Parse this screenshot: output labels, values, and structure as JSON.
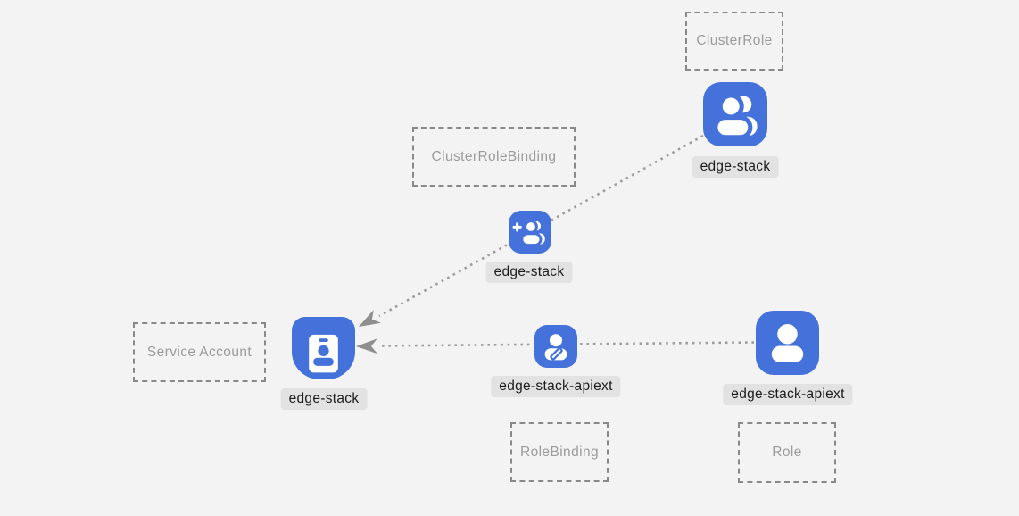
{
  "colors": {
    "icon_blue": "#4571db",
    "glyph": "#ffffff",
    "chip_bg": "#e2e2e3",
    "chip_text": "#1c1c1c",
    "box_border": "#898989",
    "box_text": "#9b9b9b",
    "line": "#9d9d9d",
    "arrow": "#8f8f8f",
    "bg": "#f3f3f4"
  },
  "diagram": {
    "type_boxes": [
      {
        "id": "cluster-role",
        "label": "ClusterRole"
      },
      {
        "id": "cluster-role-binding",
        "label": "ClusterRoleBinding"
      },
      {
        "id": "service-account",
        "label": "Service Account"
      },
      {
        "id": "role-binding",
        "label": "RoleBinding"
      },
      {
        "id": "role",
        "label": "Role"
      }
    ],
    "nodes": [
      {
        "id": "clusterrole-edge-stack",
        "resource_type": "ClusterRole",
        "name": "edge-stack",
        "icon": "users-icon"
      },
      {
        "id": "clusterrolebinding-edge-stack",
        "resource_type": "ClusterRoleBinding",
        "name": "edge-stack",
        "icon": "user-add-icon"
      },
      {
        "id": "serviceaccount-edge-stack",
        "resource_type": "Service Account",
        "name": "edge-stack",
        "icon": "id-badge-icon"
      },
      {
        "id": "rolebinding-edge-stack-apiext",
        "resource_type": "RoleBinding",
        "name": "edge-stack-apiext",
        "icon": "user-edit-icon"
      },
      {
        "id": "role-edge-stack-apiext",
        "resource_type": "Role",
        "name": "edge-stack-apiext",
        "icon": "user-icon"
      }
    ],
    "edges": [
      {
        "from": "clusterrole-edge-stack",
        "via": "clusterrolebinding-edge-stack",
        "to": "serviceaccount-edge-stack",
        "style": "dotted-arrow"
      },
      {
        "from": "role-edge-stack-apiext",
        "via": "rolebinding-edge-stack-apiext",
        "to": "serviceaccount-edge-stack",
        "style": "dotted-arrow"
      }
    ]
  }
}
